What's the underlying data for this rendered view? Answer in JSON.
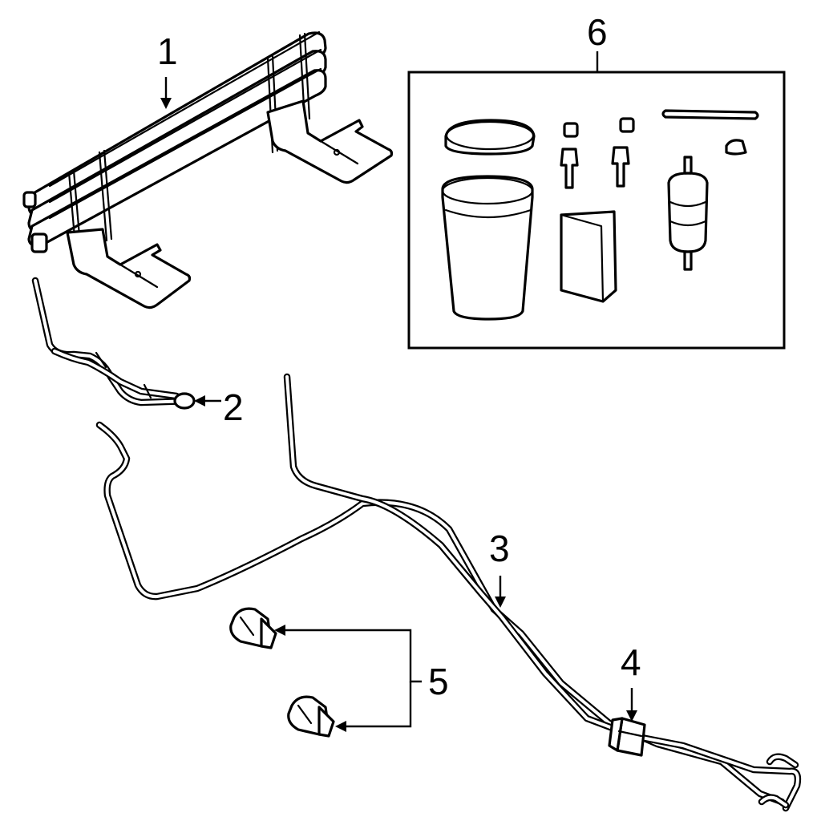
{
  "callouts": {
    "c1": "1",
    "c2": "2",
    "c3": "3",
    "c4": "4",
    "c5": "5",
    "c6": "6"
  },
  "colors": {
    "line": "#000000",
    "background": "#ffffff"
  },
  "icons": {
    "cooler": "transmission-oil-cooler",
    "hose": "cooler-hose",
    "lines": "cooler-line-assembly",
    "clip": "line-clip",
    "retainer": "retainer-clip",
    "kit": "filter-kit"
  }
}
